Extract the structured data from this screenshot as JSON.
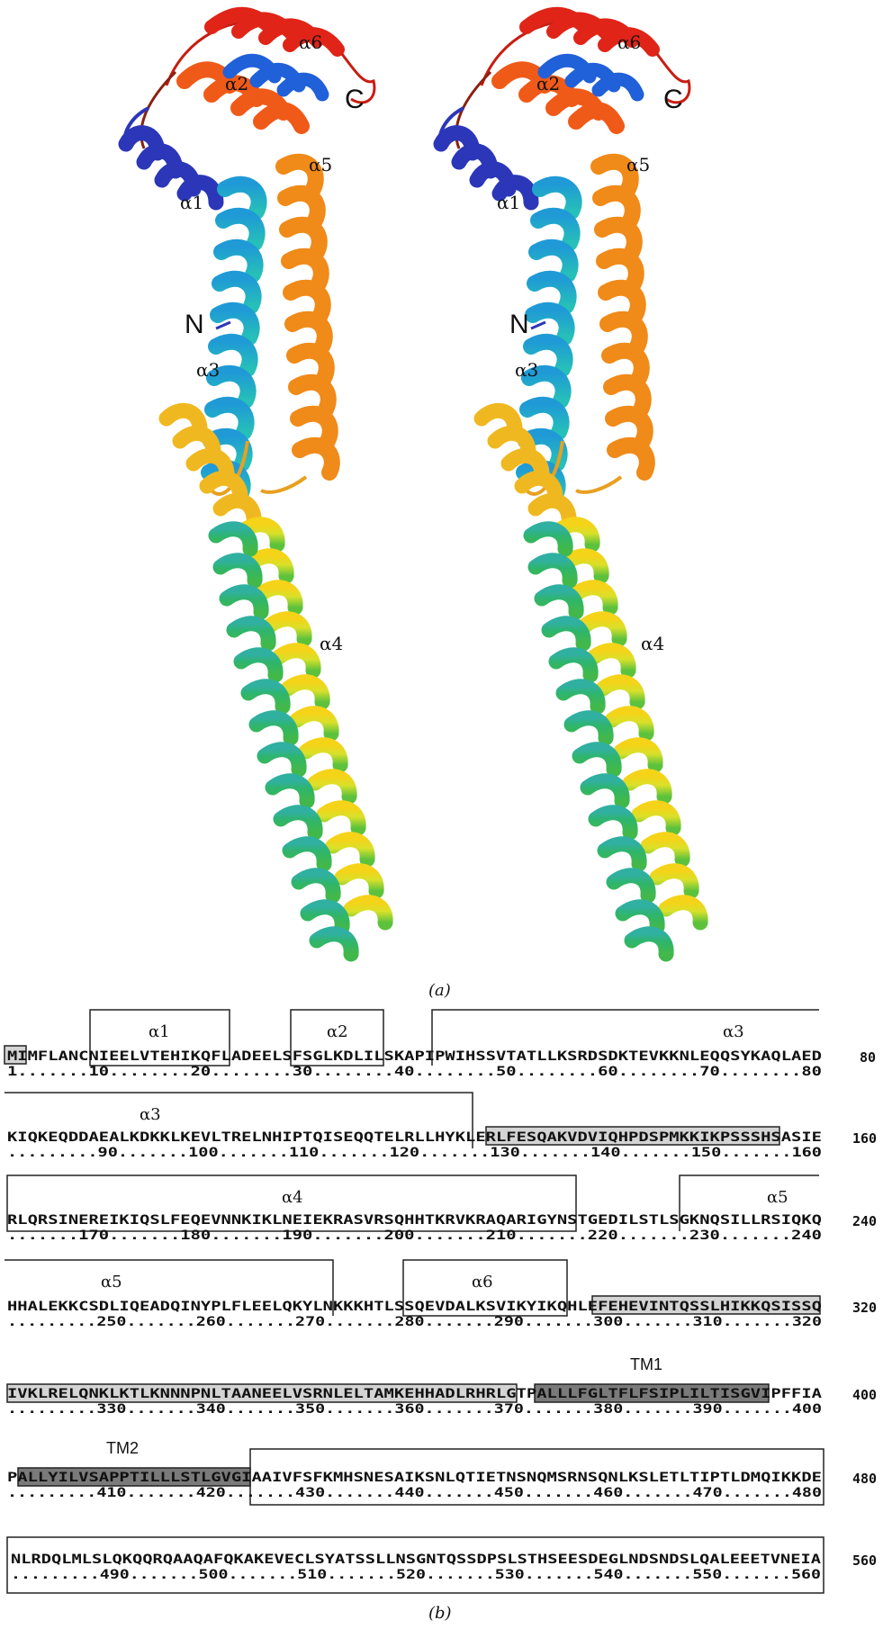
{
  "panel_a": {
    "caption": "(a)",
    "labels": {
      "alpha6": "α6",
      "alpha2": "α2",
      "c_term": "C",
      "alpha5": "α5",
      "alpha1": "α1",
      "n_term": "N",
      "alpha3": "α3",
      "alpha4": "α4"
    },
    "helix_colors": {
      "alpha1": "#2b37b8",
      "alpha2": "#2060d8",
      "alpha3": "#22b4d6",
      "alpha4_a": "#f5d318",
      "alpha4_b": "#2fb56a",
      "alpha4_c": "#70c838",
      "alpha5": "#f08a18",
      "alpha6": "#e02418",
      "loop": "#e8a020"
    }
  },
  "panel_b": {
    "caption": "(b)",
    "rows": [
      {
        "seq": "MIMFLANCNIEELVTEHIKQFLADEELSFSGLKDLILSKAPIPWIHSSVTATLLKSRDSDKTEVKKNLEQQSYKAQLAED",
        "ruler": "1.......10........20........30........40........50........60........70........80",
        "end": "80",
        "helices": [
          {
            "name": "α1"
          },
          {
            "name": "α2"
          },
          {
            "name": "α3"
          }
        ]
      },
      {
        "seq": "KIQKEQDDAEALKDKKLKEVLTRELNHIPTQISEQQTELRLLHYKLERLFESQAKVDVIQHPDSPMKKIKPSSSHSASIE",
        "ruler": ".........90.......100.......110.......120.......130.......140.......150.......160",
        "end": "160",
        "helices": [
          {
            "name": "α3"
          }
        ]
      },
      {
        "seq": "RLQRSINEREIKIQSLFEQEVNNKIKLNEIEKRASVRSQHHTKRVKRAQARIGYNSTGEDILSTLSGKNQSILLRSIQKQ",
        "ruler": ".......170.......180.......190.......200.......210.......220.......230.......240",
        "end": "240",
        "helices": [
          {
            "name": "α4"
          },
          {
            "name": "α5"
          }
        ]
      },
      {
        "seq": "HHALEKKCSDLIQEADQINYPLFLEELQKYLNKKKHTLSSQEVDALKSVIKYIKQHLEFEHEVINTQSSLHIKKQSISSQ",
        "ruler": ".........250.......260.......270.......280.......290.......300.......310.......320",
        "end": "320",
        "helices": [
          {
            "name": "α5"
          },
          {
            "name": "α6"
          }
        ]
      },
      {
        "seq": "IVKLRELQNKLKTLKNNNPNLTAANEELVSRNLELTAMKEHHADLRHRLGTPALLLFGLTFLFSIPLILTISGVIPFFIA",
        "ruler": ".........330.......340.......350.......360.......370.......380.......390.......400",
        "end": "400",
        "helices": [
          {
            "name": "TM1"
          }
        ]
      },
      {
        "seq": "PALLYILVSAPPTILLLSTLGVGIAAIVFSFKMHSNESAIKSNLQTIETNSNQMSRNSQNLKSLETLTIPTLDMQIKKDE",
        "ruler": ".........410.......420.......430.......440.......450.......460.......470.......480",
        "end": "480",
        "helices": [
          {
            "name": "TM2"
          }
        ]
      },
      {
        "seq": "NLRDQLMLSLQKQQRQAAQAFQKAKEVECLSYATSSLLNSGNTQSSDPSLSTHSEESDEGLNDSNDSLQALEEETVNEIA",
        "ruler": ".........490.......500.......510.......520.......530.......540.......550.......560",
        "end": "560",
        "helices": []
      }
    ],
    "colors": {
      "light_box": "#d4d4d4",
      "dark_box": "#7a7a7a",
      "outline": "#222222"
    }
  }
}
